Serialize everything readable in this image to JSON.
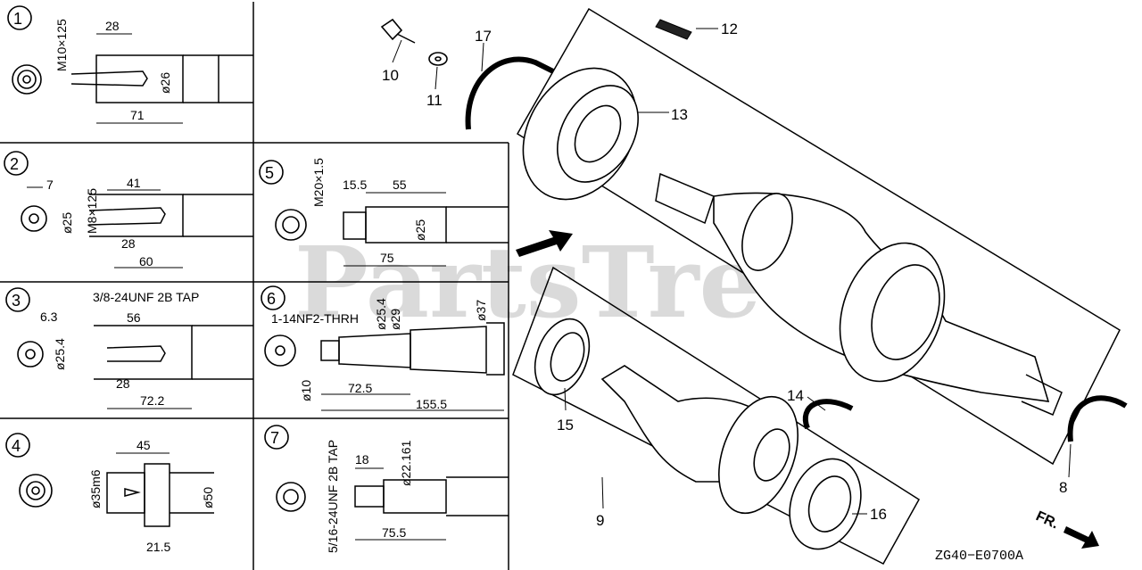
{
  "watermark": "PartsTree",
  "diagram_code": "ZG40−E0700A",
  "front_label": "FR.",
  "callouts": [
    {
      "n": "1",
      "dims": [
        "M10×125",
        "28",
        "ø26",
        "71"
      ]
    },
    {
      "n": "2",
      "dims": [
        "7",
        "M8×125",
        "41",
        "ø25",
        "28",
        "60"
      ]
    },
    {
      "n": "3",
      "dims": [
        "3/8-24UNF 2B TAP",
        "6.3",
        "56",
        "ø25.4",
        "28",
        "72.2"
      ]
    },
    {
      "n": "4",
      "dims": [
        "45",
        "ø35m6",
        "ø50",
        "21.5"
      ]
    },
    {
      "n": "5",
      "dims": [
        "M20×1.5",
        "15.5",
        "55",
        "ø25",
        "75"
      ]
    },
    {
      "n": "6",
      "dims": [
        "1-14NF2-THRH",
        "ø25.4",
        "ø29",
        "ø37",
        "ø10",
        "72.5",
        "155.5"
      ]
    },
    {
      "n": "7",
      "dims": [
        "5/16-24UNF 2B TAP",
        "18",
        "ø22.161",
        "75.5"
      ]
    }
  ],
  "parts": [
    "8",
    "9",
    "10",
    "11",
    "12",
    "13",
    "14",
    "15",
    "16",
    "17"
  ]
}
